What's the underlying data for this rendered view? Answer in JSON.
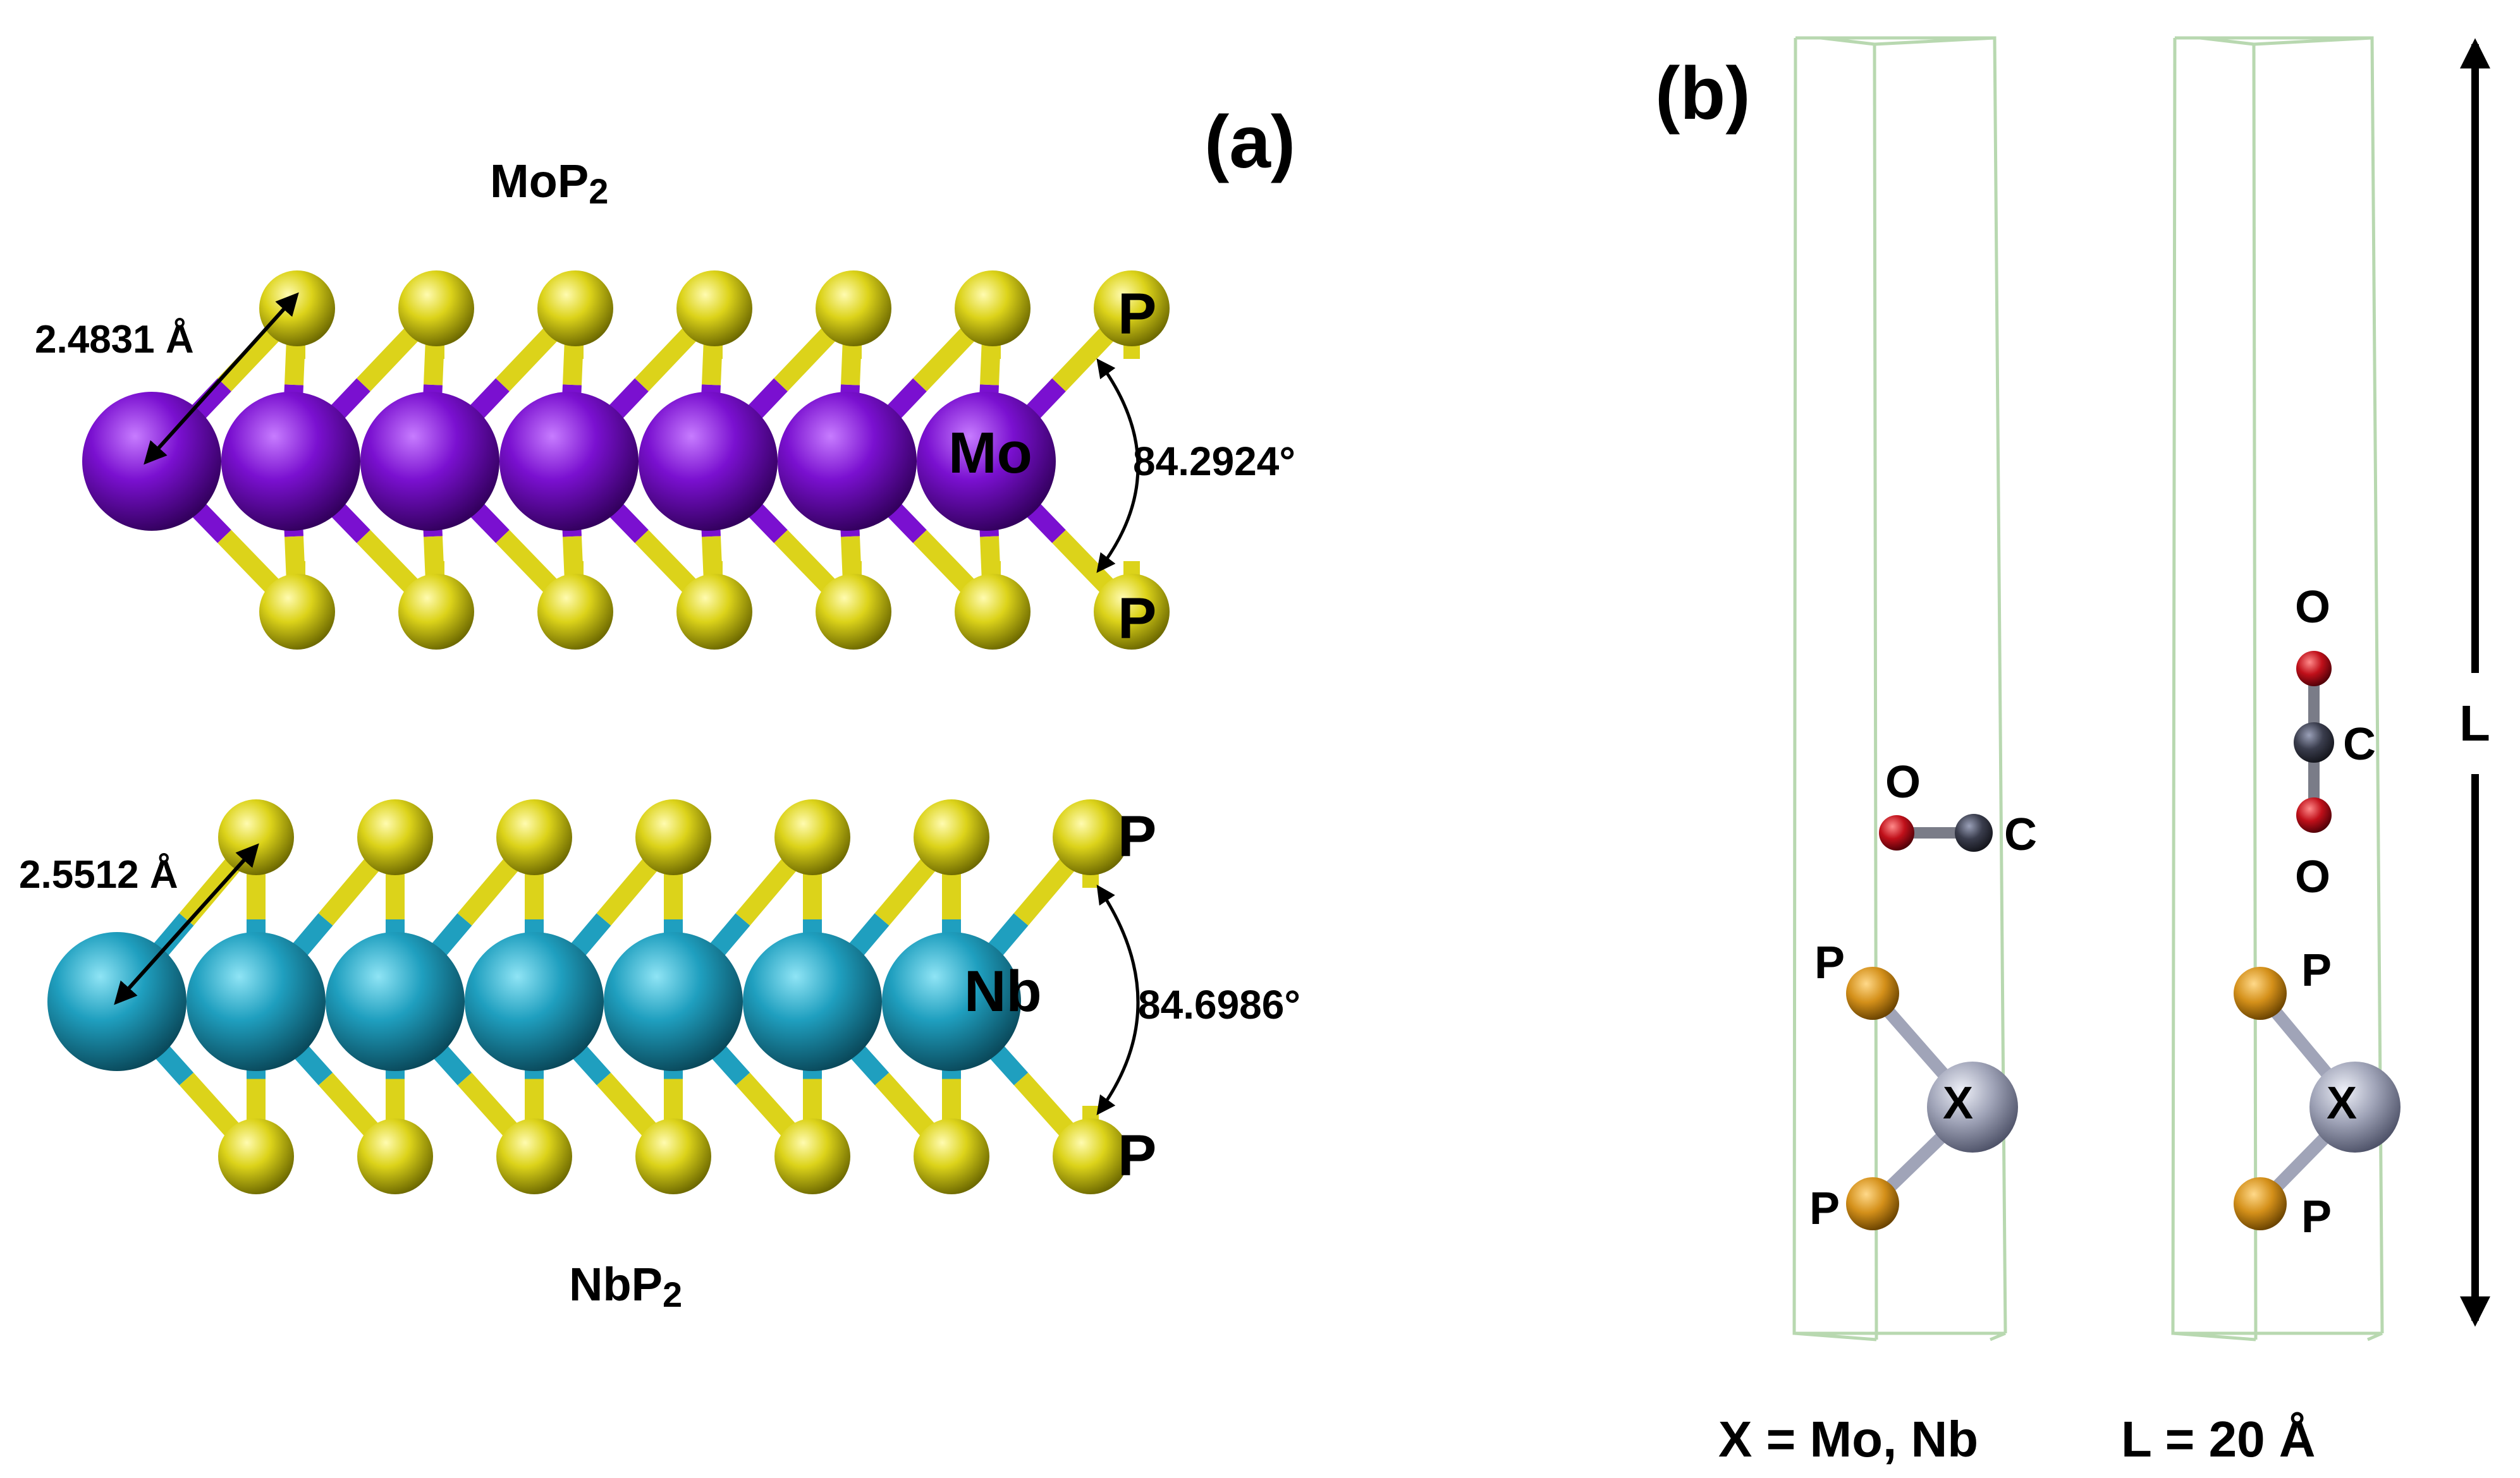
{
  "panel_a": {
    "label": "(a)",
    "mop2": {
      "formula": "MoP",
      "formula_sub": "2",
      "bond_length": "2.4831 Å",
      "angle": "84.2924°",
      "metal_label": "Mo",
      "p_label_top": "P",
      "p_label_bottom": "P",
      "metal_color": "#7a10d0",
      "p_color": "#dcd31a"
    },
    "nbp2": {
      "formula": "NbP",
      "formula_sub": "2",
      "bond_length": "2.5512 Å",
      "angle": "84.6986°",
      "metal_label": "Nb",
      "p_label_top": "P",
      "p_label_bottom": "P",
      "metal_color": "#1f9fbf",
      "p_color": "#dcd31a"
    }
  },
  "panel_b": {
    "label": "(b)",
    "cell_color": "#b8d8b0",
    "left_cell": {
      "o_label": "O",
      "c_label": "C",
      "p_label_top": "P",
      "p_label_bottom": "P",
      "x_label": "X"
    },
    "right_cell": {
      "o_label_top": "O",
      "c_label": "C",
      "o_label_bottom": "O",
      "p_label_top": "P",
      "p_label_bottom": "P",
      "x_label": "X"
    },
    "length_label": "L",
    "footer_x": "X = Mo, Nb",
    "footer_l": "L = 20 Å",
    "atom_colors": {
      "O": "#c0101a",
      "C": "#3a3d4d",
      "P": "#d4901a",
      "X": "#a0a4b8"
    }
  }
}
